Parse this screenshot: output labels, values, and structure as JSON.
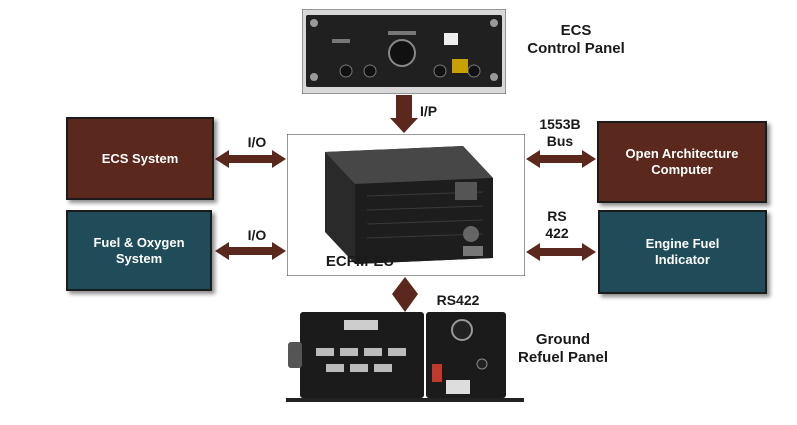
{
  "nodes": {
    "ecs_system": "ECS System",
    "fuel_oxygen": "Fuel  & Oxygen\nSystem",
    "open_arch": "Open  Architecture\nComputer",
    "engine_fuel": "Engine Fuel\nIndicator",
    "ecfm": "ECFM-EU"
  },
  "titles": {
    "ecs_panel": "ECS\nControl Panel",
    "ground_panel": "Ground\nRefuel Panel"
  },
  "connections": {
    "ip": "I/P",
    "io_ecs": "I/O",
    "io_fuel": "I/O",
    "bus_1553": "1553B\nBus",
    "rs_422": "RS\n422",
    "rs422": "RS422"
  },
  "colors": {
    "brown_box": "#5a281c",
    "teal_box": "#1f4c58",
    "arrow": "#5a281c"
  }
}
